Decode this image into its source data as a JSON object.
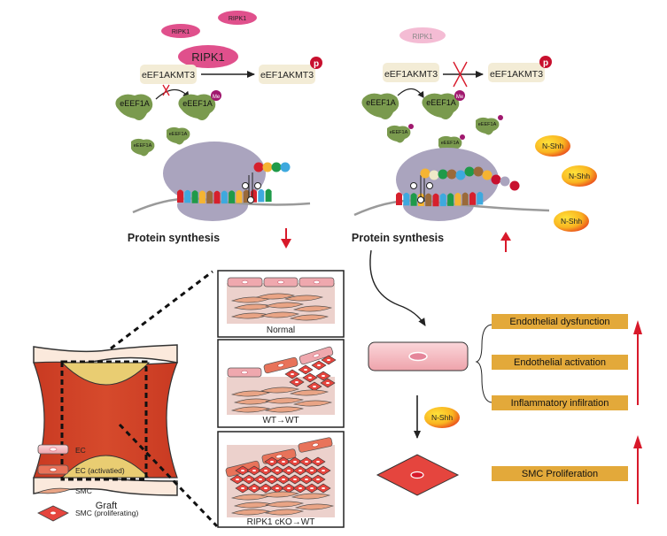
{
  "top_left": {
    "ripk1_free": [
      "RIPK1",
      "RIPK1"
    ],
    "ripk1_bound": "RIPK1",
    "kmt3_left": "eEF1AKMT3",
    "kmt3_right": "eEF1AKMT3",
    "phospho_mark": "p",
    "eef1a_left": "eEEF1A",
    "eef1a_right": "eEEF1A",
    "methyl_mark": "Me",
    "eef1a_small": [
      "eEEF1A",
      "eEEF1A"
    ],
    "protein_synthesis": "Protein synthesis",
    "trend": "down"
  },
  "top_right": {
    "ripk1_faded": "RIPK1",
    "kmt3_left": "eEF1AKMT3",
    "kmt3_right": "eEF1AKMT3",
    "phospho_mark": "p",
    "eef1a_left": "eEEF1A",
    "eef1a_right": "eEEF1A",
    "methyl_mark": "Me",
    "eef1a_small": [
      "eEEF1A",
      "eEEF1A",
      "eEEF1A"
    ],
    "nshh": [
      "N-Shh",
      "N-Shh",
      "N-Shh"
    ],
    "protein_synthesis": "Protein synthesis",
    "trend": "up"
  },
  "graft": {
    "label": "Graft",
    "panels": [
      "Normal",
      "WT→WT",
      "RIPK1 cKO→WT"
    ]
  },
  "legend": [
    {
      "key": "ec",
      "label": "EC"
    },
    {
      "key": "ec-activated",
      "label": "EC (activatied)"
    },
    {
      "key": "smc",
      "label": "SMC"
    },
    {
      "key": "smc-proliferating",
      "label": "SMC (proliferating)"
    }
  ],
  "outcomes": {
    "nshh": "N-Shh",
    "ec_effects": [
      "Endothelial dysfunction",
      "Endothelial activation",
      "Inflammatory infilration"
    ],
    "smc_effect": "SMC  Proliferation"
  },
  "colors": {
    "ripk1": "#e0508c",
    "ripk1_faded": "#f4bcd4",
    "kmt3_box": "#f3ecd6",
    "eef1a": "#7a9a4e",
    "methyl": "#a0186e",
    "phospho": "#c8102e",
    "ribosome": "#aaa4be",
    "effect_box": "#e3a93a",
    "red_arrow": "#d8192a"
  }
}
